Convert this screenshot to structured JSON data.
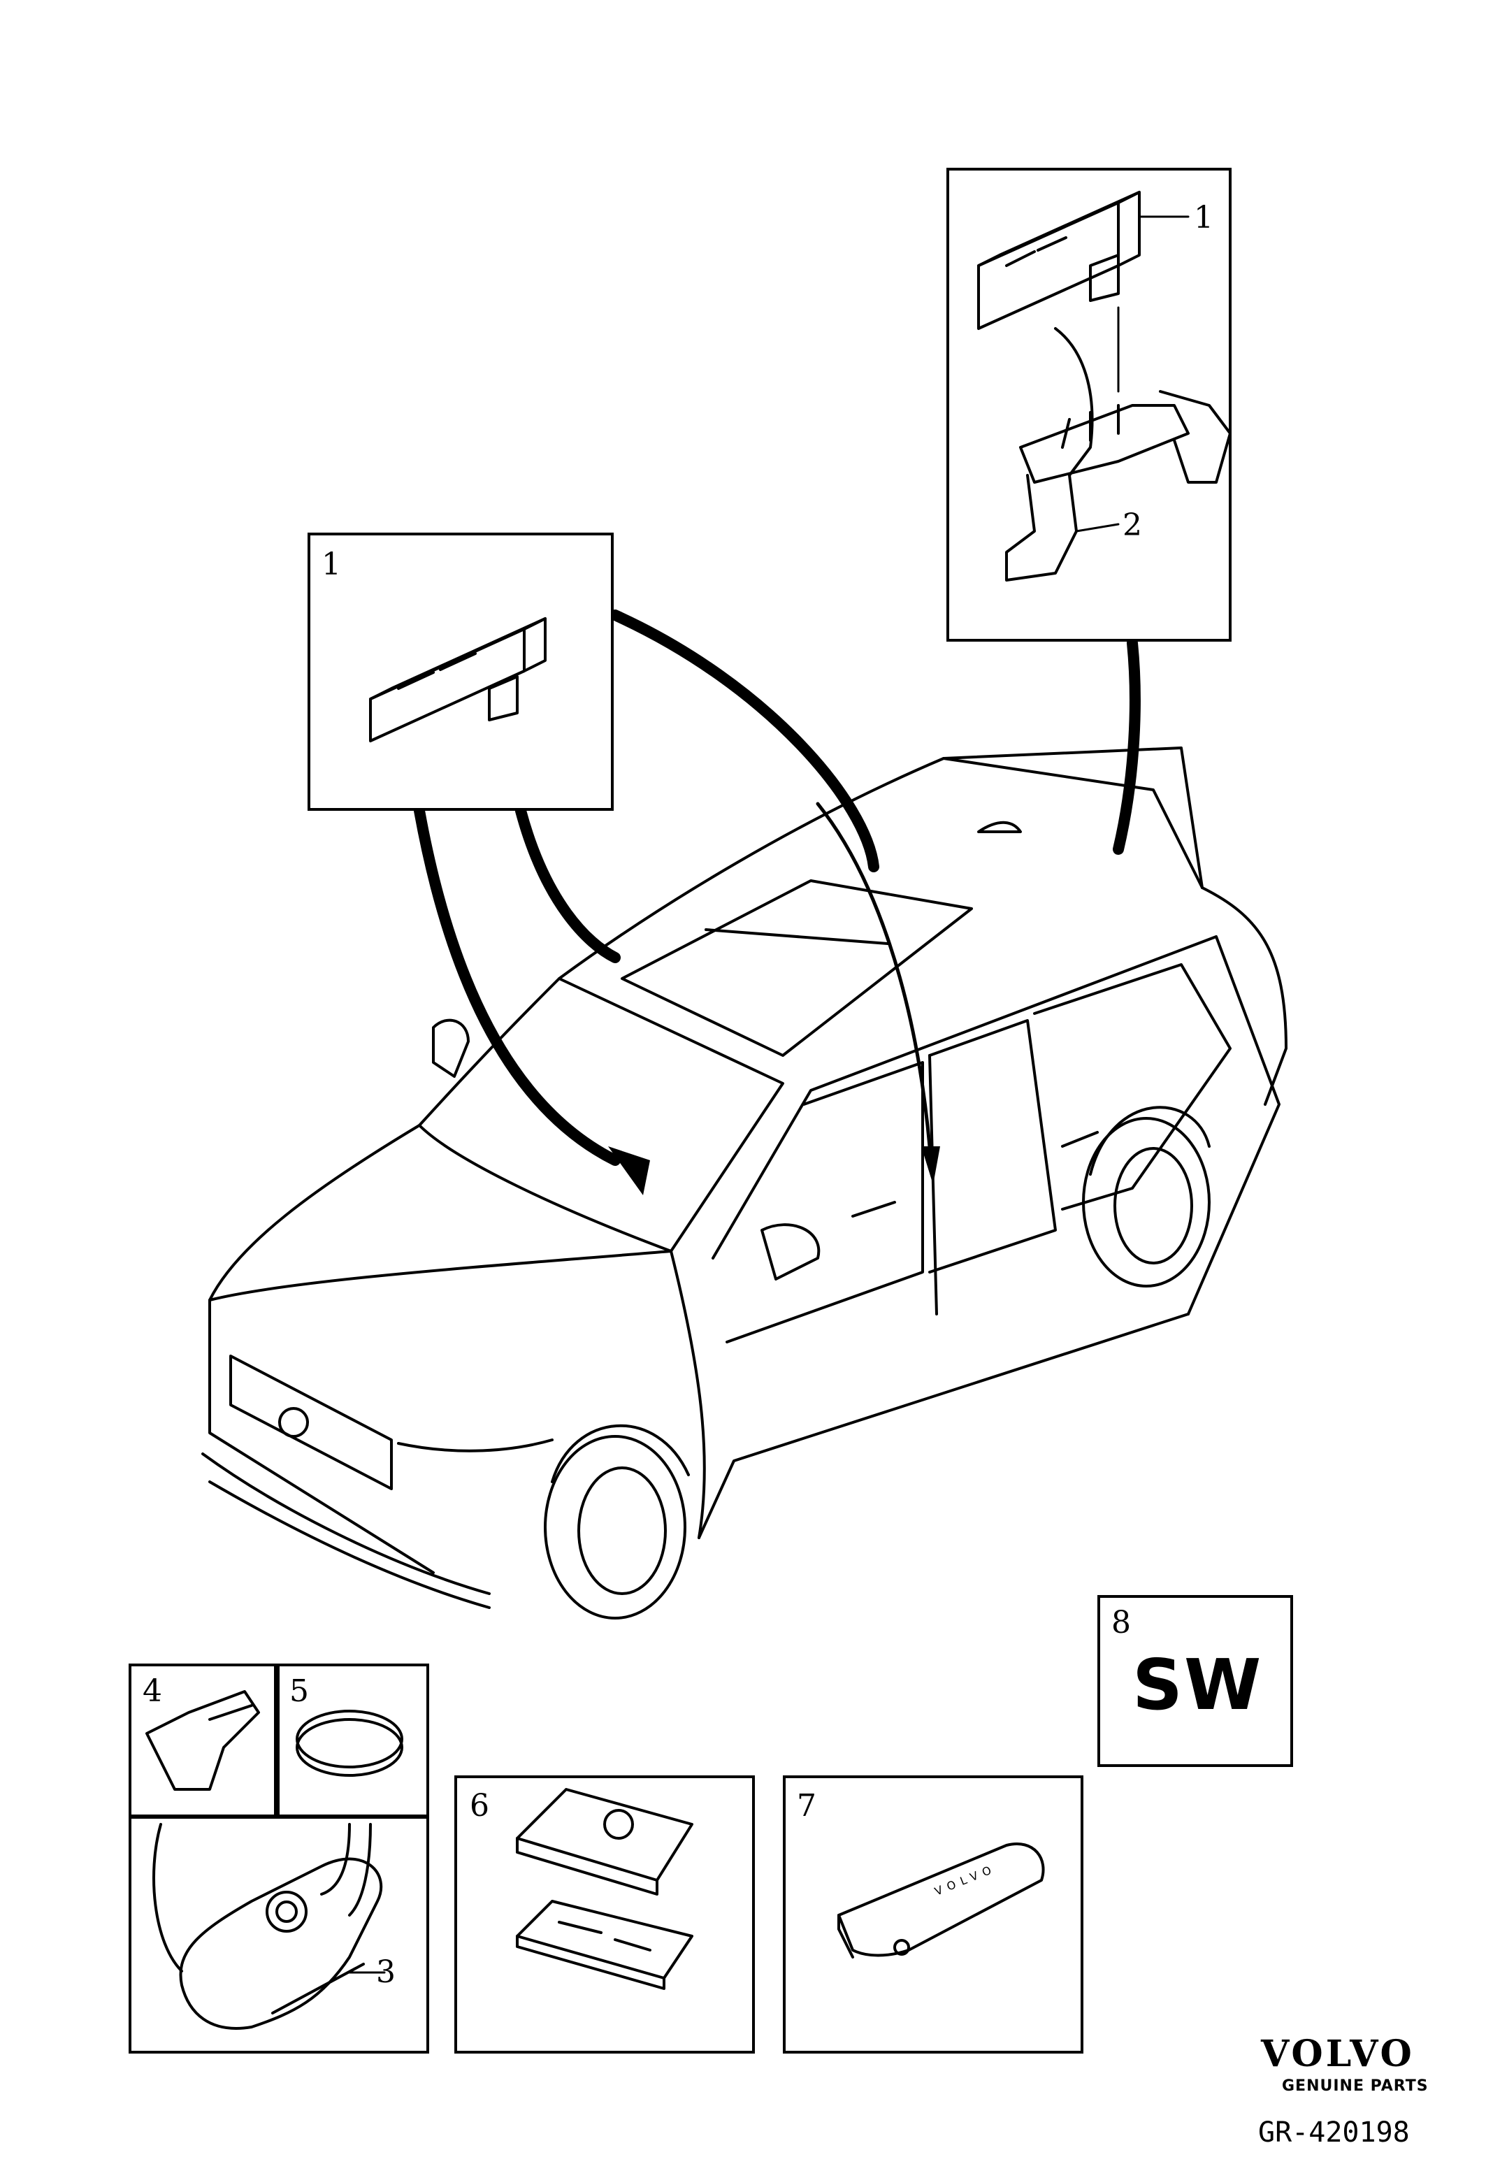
{
  "callouts": {
    "top_right_part1": "1",
    "top_right_part2": "2",
    "left_box_part1": "1",
    "key_fob": "3",
    "key_blade": "4",
    "battery": "5",
    "cover": "6",
    "key_alt": "7",
    "software": "8"
  },
  "software_label": "SW",
  "fob_brand_text": "VOLVO",
  "logo": {
    "brand": "VOLVO",
    "tagline": "GENUINE PARTS"
  },
  "reference": "GR-420198"
}
